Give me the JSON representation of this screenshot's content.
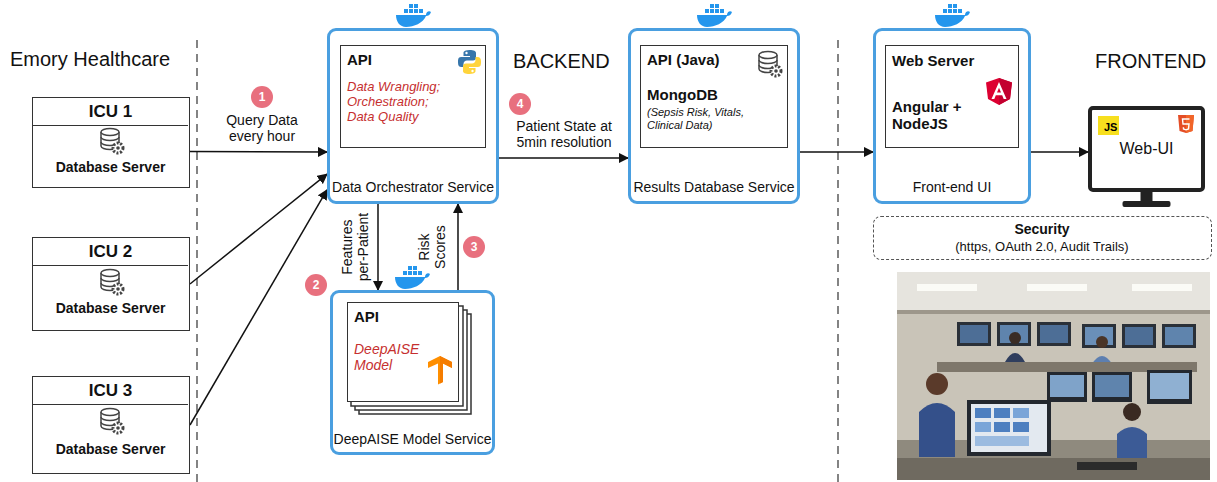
{
  "diagram": {
    "nodes": [
      {
        "text": [
          "ICU 1",
          "Database Server"
        ]
      },
      {
        "text": [
          "ICU 2",
          "Database Server"
        ]
      },
      {
        "text": [
          "ICU 3",
          "Database Server"
        ]
      },
      {
        "text": [
          "Data Orchestrator Service"
        ]
      },
      {
        "text": [
          "API",
          "Data Wrangling; Orchestration; Data Quality"
        ],
        "in": 3
      },
      {
        "text": [
          "DeepAISE Model Service"
        ]
      },
      {
        "text": [
          "API",
          "DeepAISE Model"
        ],
        "in": 5
      },
      {
        "text": [
          "Results Database Service"
        ]
      },
      {
        "text": [
          "API (Java)",
          "MongoDB",
          "(Sepsis Risk, Vitals, Clinical Data)"
        ],
        "in": 7
      },
      {
        "text": [
          "Front-end UI"
        ]
      },
      {
        "text": [
          "Web Server",
          "Angular + NodeJS"
        ],
        "in": 9
      },
      {
        "text": [
          "JS",
          "Web-UI"
        ]
      },
      {
        "text": [
          "Security",
          "(https, OAuth 2.0, Audit Trails)"
        ]
      }
    ],
    "edges": [
      {
        "from": 0,
        "to": 3,
        "arrow": "to",
        "label": "Query Data every hour"
      },
      {
        "from": 1,
        "to": 3,
        "arrow": "to"
      },
      {
        "from": 2,
        "to": 3,
        "arrow": "to"
      },
      {
        "from": 3,
        "to": 5,
        "arrow": "to",
        "label": "Features per-Patient"
      },
      {
        "from": 5,
        "to": 3,
        "arrow": "to",
        "label": "Risk Scores"
      },
      {
        "from": 3,
        "to": 7,
        "arrow": "to",
        "label": "Patient State at 5min resolution"
      },
      {
        "from": 7,
        "to": 9,
        "arrow": "to"
      },
      {
        "from": 9,
        "to": 11,
        "arrow": "to"
      }
    ],
    "labels": [
      "Emory Healthcare",
      "BACKEND",
      "FRONTEND",
      "1",
      "2",
      "3",
      "4"
    ]
  }
}
